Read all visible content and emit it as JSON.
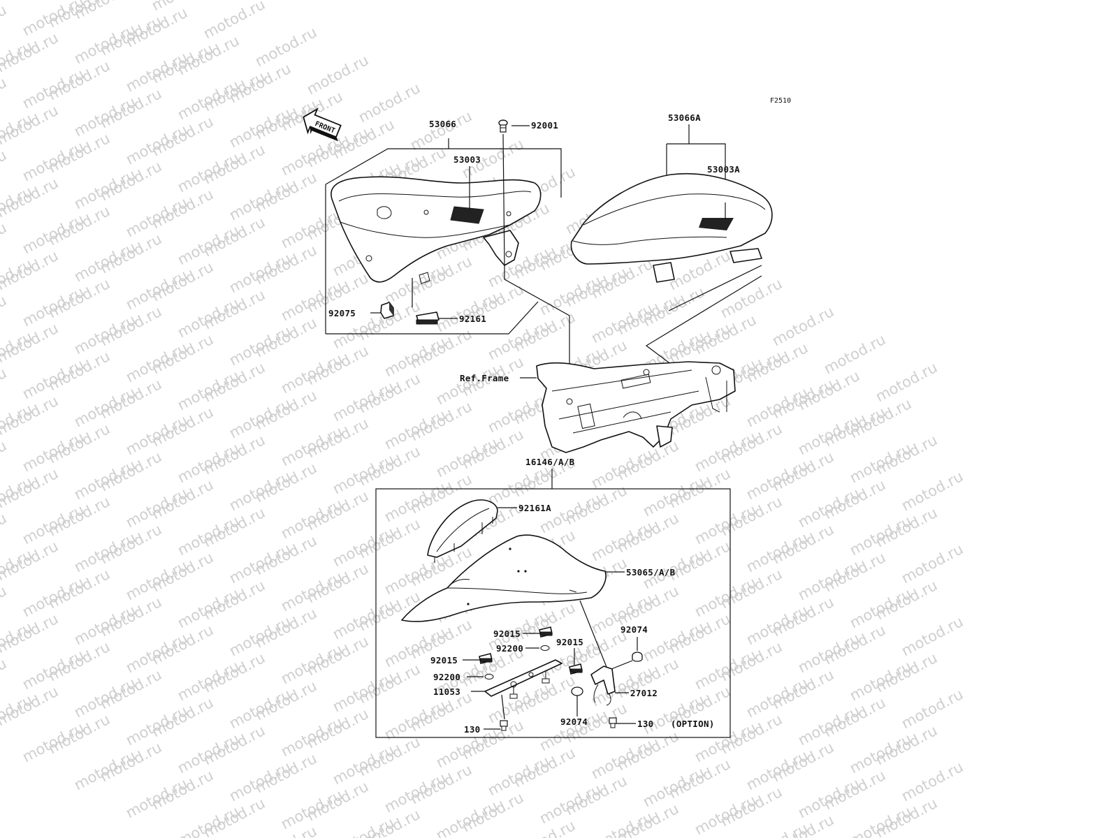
{
  "diagram_code": "F2510",
  "front_arrow_label": "FRONT",
  "watermark_text": "motod.ru",
  "callouts": {
    "rider_seat_assy": "53066",
    "rider_seat_pad": "53003",
    "bolt_top": "92001",
    "damper_92075": "92075",
    "damper_92161": "92161",
    "passenger_seat_assy": "53066A",
    "passenger_seat_pad": "53003A",
    "ref_frame": "Ref.Frame",
    "cover_kit": "16146/A/B",
    "damper_92161a": "92161A",
    "seat_cover": "53065/A/B",
    "damper_92015_a": "92015",
    "damper_92015_b": "92015",
    "damper_92015_c": "92015",
    "washer_92200_a": "92200",
    "washer_92200_b": "92200",
    "bracket_11053": "11053",
    "bolt_130_a": "130",
    "bolt_130_b": "130",
    "cap_92074_a": "92074",
    "cap_92074_b": "92074",
    "hook_27012": "27012",
    "option_note": "(OPTION)"
  }
}
